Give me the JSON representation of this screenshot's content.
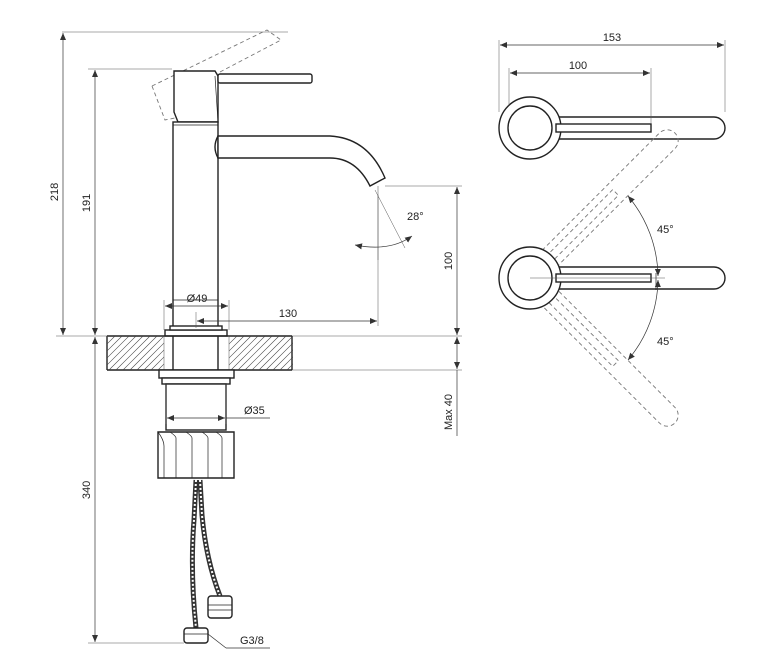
{
  "dimensions": {
    "total_height": "218",
    "height_to_handle": "191",
    "lever_length_total": "153",
    "lever_length": "100",
    "spout_angle": "28°",
    "spout_height": "100",
    "body_diameter": "Ø49",
    "spout_reach": "130",
    "shank_diameter": "Ø35",
    "max_thickness": "Max 40",
    "hose_length": "340",
    "hose_thread": "G3/8",
    "rotation_up": "45°",
    "rotation_down": "45°"
  },
  "colors": {
    "line": "#222222",
    "dashed": "#777777"
  }
}
